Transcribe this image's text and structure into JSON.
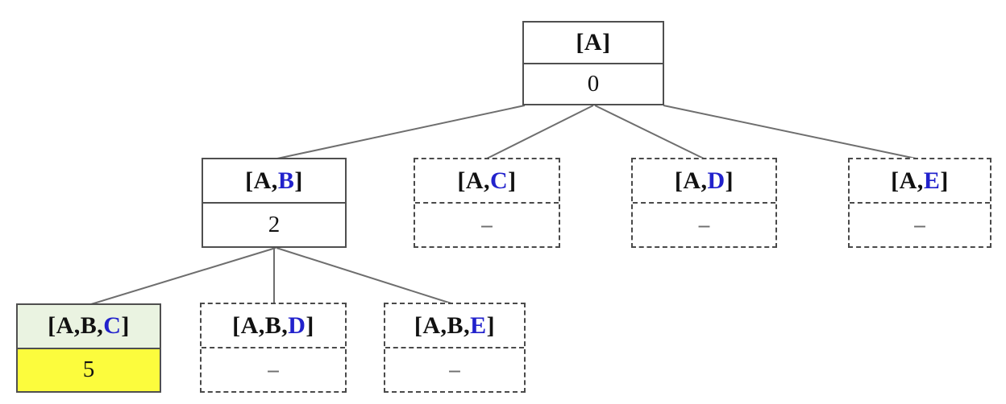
{
  "diagram": {
    "type": "search-tree",
    "root_id": "A"
  },
  "colors": {
    "background": "#ffffff",
    "text": "#111111",
    "highlight_letter": "#2222cc",
    "selected_label_bg": "#eaf3e1",
    "selected_value_bg": "#fcfc3d",
    "solid_border": "#4f4f4f",
    "dashed_border": "#4a4a4a",
    "edge_line": "#6e6e6e",
    "placeholder_dash": "#6f6f6f"
  },
  "tree": {
    "nodes": [
      {
        "id": "A",
        "label_prefix": "[A]",
        "label_new": "",
        "label_suffix": "",
        "value": "0",
        "state": "expanded"
      },
      {
        "id": "AB",
        "label_prefix": "[A,",
        "label_new": "B",
        "label_suffix": "]",
        "value": "2",
        "state": "expanded"
      },
      {
        "id": "AC",
        "label_prefix": "[A,",
        "label_new": "C",
        "label_suffix": "]",
        "value": "–",
        "state": "frontier"
      },
      {
        "id": "AD",
        "label_prefix": "[A,",
        "label_new": "D",
        "label_suffix": "]",
        "value": "–",
        "state": "frontier"
      },
      {
        "id": "AE",
        "label_prefix": "[A,",
        "label_new": "E",
        "label_suffix": "]",
        "value": "–",
        "state": "frontier"
      },
      {
        "id": "ABC",
        "label_prefix": "[A,B,",
        "label_new": "C",
        "label_suffix": "]",
        "value": "5",
        "state": "selected"
      },
      {
        "id": "ABD",
        "label_prefix": "[A,B,",
        "label_new": "D",
        "label_suffix": "]",
        "value": "–",
        "state": "frontier"
      },
      {
        "id": "ABE",
        "label_prefix": "[A,B,",
        "label_new": "E",
        "label_suffix": "]",
        "value": "–",
        "state": "frontier"
      }
    ],
    "edges": [
      {
        "from": "A",
        "to": "AB"
      },
      {
        "from": "A",
        "to": "AC"
      },
      {
        "from": "A",
        "to": "AD"
      },
      {
        "from": "A",
        "to": "AE"
      },
      {
        "from": "AB",
        "to": "ABC"
      },
      {
        "from": "AB",
        "to": "ABD"
      },
      {
        "from": "AB",
        "to": "ABE"
      }
    ]
  }
}
